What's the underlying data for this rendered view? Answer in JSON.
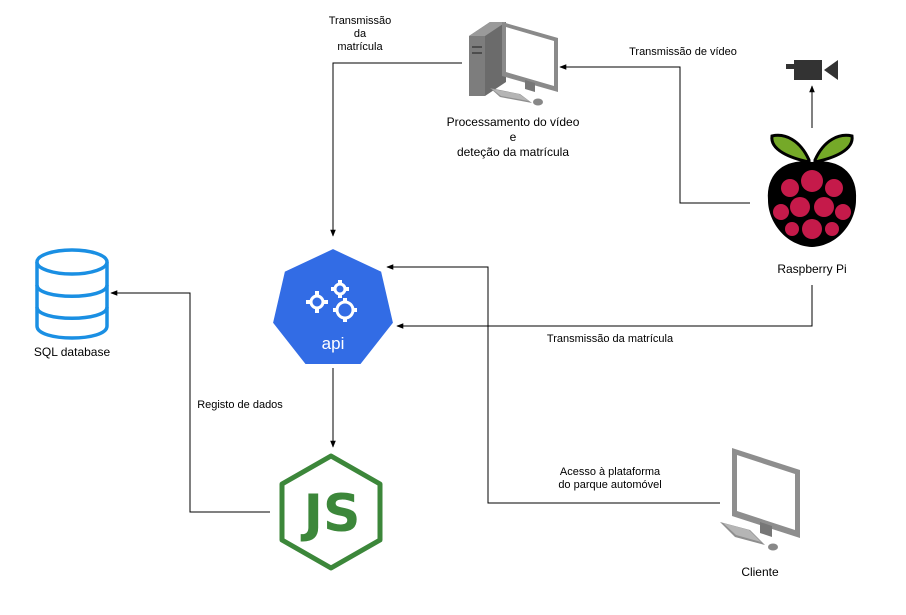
{
  "nodes": {
    "pc": {
      "line1": "Processamento do vídeo",
      "line2": "e",
      "line3": "deteção da matrícula"
    },
    "raspberry": {
      "label": "Raspberry Pi"
    },
    "database": {
      "label": "SQL database"
    },
    "api": {
      "label": "api"
    },
    "client": {
      "label": "Cliente"
    }
  },
  "edges": {
    "pc_to_api": {
      "line1": "Transmissão",
      "line2": "da",
      "line3": "matrícula"
    },
    "raspberry_to_pc": {
      "label": "Transmissão de vídeo"
    },
    "raspberry_to_api": {
      "label": "Transmissão da matrícula"
    },
    "node_to_db": {
      "label": "Registo de dados"
    },
    "client_to_api": {
      "line1": "Acesso à plataforma",
      "line2": "do parque automóvel"
    }
  },
  "colors": {
    "api_blue": "#326ce5",
    "database_blue": "#1a8fe3",
    "node_green": "#3c873a",
    "raspberry_red": "#c51a4a",
    "raspberry_leaf": "#75a928",
    "monitor_gray": "#8e8e8e",
    "line": "#000000"
  },
  "icons": [
    "desktop-computer-icon",
    "video-camera-icon",
    "raspberry-pi-icon",
    "database-icon",
    "api-gears-icon",
    "nodejs-icon",
    "client-monitor-icon"
  ]
}
